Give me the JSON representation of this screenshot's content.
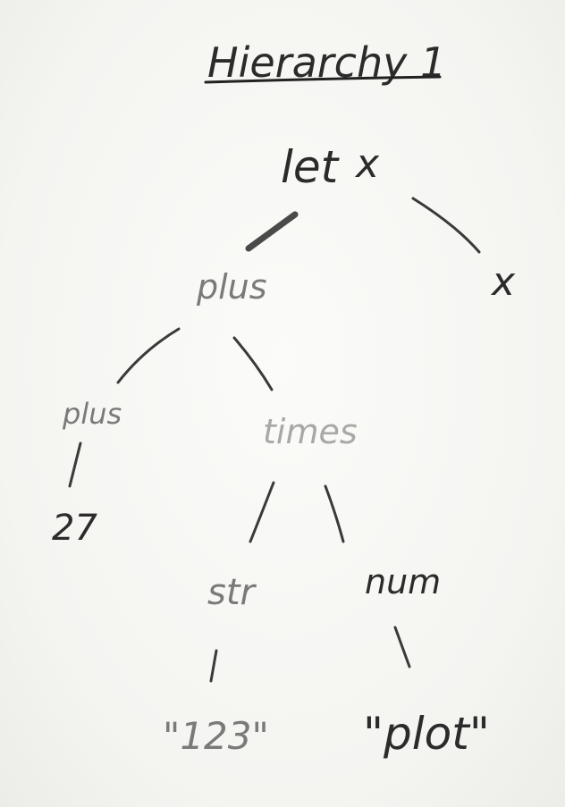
{
  "title": "Hierarchy 1",
  "nodes": {
    "root": "let",
    "root_var": "x",
    "right_child": "x",
    "plus": "plus",
    "left_plus": "plus",
    "num_27": "27",
    "times": "times",
    "str": "str",
    "num": "num",
    "str_value": "\"123\"",
    "num_value": "\"plot\""
  }
}
